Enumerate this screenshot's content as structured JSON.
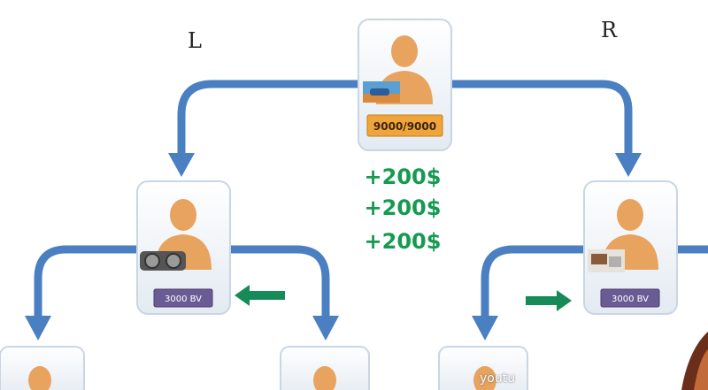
{
  "labels": {
    "left": "L",
    "right": "R"
  },
  "top_node": {
    "value_label": "9000/9000"
  },
  "left_node": {
    "value_label": "3000 BV"
  },
  "right_node": {
    "value_label": "3000 BV"
  },
  "bonuses": [
    "+200$",
    "+200$",
    "+200$"
  ],
  "watermark": "youtu",
  "colors": {
    "connector": "#4a7fc1",
    "card_border": "#c9d6e3",
    "person": "#e8a35f",
    "badge_gold": "#f0a53a",
    "badge_purple": "#6b5b95",
    "bonus_green": "#159a52",
    "flow_arrow": "#168a57"
  }
}
